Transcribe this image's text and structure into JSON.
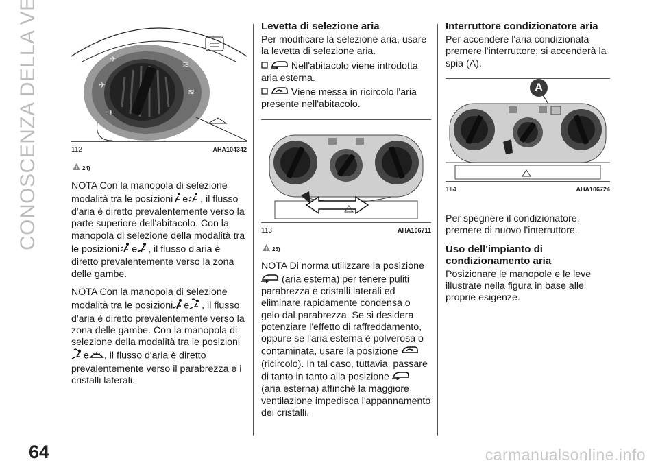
{
  "side_title": "CONOSCENZA DELLA VETTURA",
  "page_number": "64",
  "watermark": "carmanualsonline.info",
  "col1": {
    "figure": {
      "number": "112",
      "code": "AHA104342"
    },
    "note_ref": "24)",
    "p1_a": "NOTA Con la manopola di selezione modalità tra le posizioni",
    "p1_e": "e",
    "p1_b": ", il flusso d'aria è diretto prevalentemente verso la parte superiore dell'abitacolo. Con la manopola di selezione della modalità tra le posizioni",
    "p1_e2": "e",
    "p1_c": ", il flusso d'aria è diretto prevalentemente verso la zona delle gambe.",
    "p2_a": "NOTA Con la manopola di selezione modalità tra le posizioni",
    "p2_e": "e",
    "p2_b": ", il flusso d'aria è diretto prevalentemente verso la zona delle gambe. Con la manopola di selezione della modalità tra le posizioni",
    "p2_e2": "e",
    "p2_c": ", il flusso d'aria è diretto prevalentemente verso il parabrezza e i cristalli laterali."
  },
  "col2": {
    "heading": "Levetta di selezione aria",
    "intro": "Per modificare la selezione aria, usare la levetta di selezione aria.",
    "item1": "Nell'abitacolo viene introdotta aria esterna.",
    "item2": "Viene messa in ricircolo l'aria presente nell'abitacolo.",
    "figure": {
      "number": "113",
      "code": "AHA106711"
    },
    "note_ref": "25)",
    "nota_a": "NOTA Di norma utilizzare la posizione",
    "nota_b": "(aria esterna) per tenere puliti parabrezza e cristalli laterali ed eliminare rapidamente condensa o gelo dal parabrezza. Se si desidera potenziare l'effetto di raffreddamento, oppure se l'aria esterna è polverosa o contaminata, usare la posizione",
    "nota_c": "(ricircolo). In tal caso, tuttavia, passare di tanto in tanto alla posizione",
    "nota_d": "(aria esterna) affinché la maggiore ventilazione impedisca l'appannamento dei cristalli."
  },
  "col3": {
    "heading": "Interruttore condizionatore aria",
    "p1": "Per accendere l'aria condizionata premere l'interruttore; si accenderà la spia (A).",
    "figure": {
      "number": "114",
      "code": "AHA106724",
      "callout": "A"
    },
    "p2": "Per spegnere il condizionatore, premere di nuovo l'interruttore.",
    "heading2": "Uso dell'impianto di condizionamento aria",
    "p3": "Posizionare le manopole e le leve illustrate nella figura in base alle proprie esigenze."
  },
  "colors": {
    "text": "#1a1a1a",
    "side_title": "#bdbdbd",
    "callout": "#3a3a3a"
  }
}
